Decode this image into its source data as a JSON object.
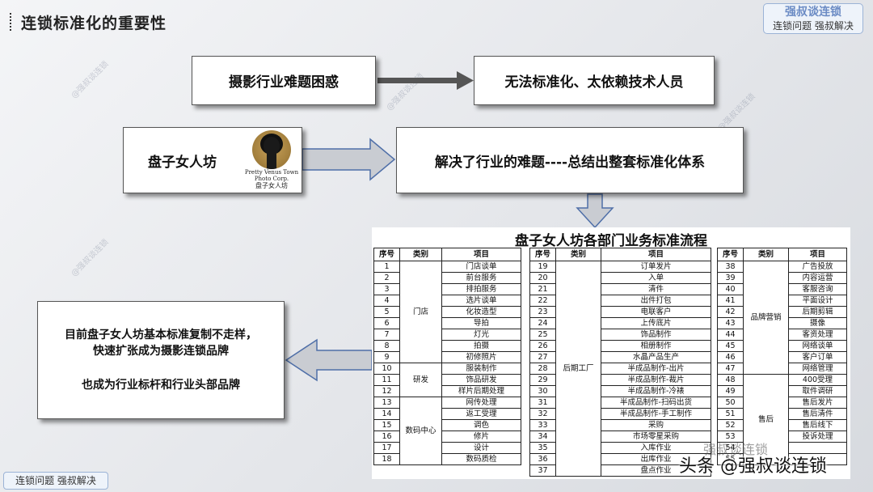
{
  "header": {
    "title": "连锁标准化的重要性"
  },
  "brand_box": {
    "line1": "强叔谈连锁",
    "line2": "连锁问题 强叔解决"
  },
  "flow": {
    "problem": "摄影行业难题困惑",
    "cause": "无法标准化、太依赖技术人员",
    "company": "盘子女人坊",
    "solution": "解决了行业的难题----总结出整套标准化体系",
    "result_line1": "目前盘子女人坊基本标准复制不走样，",
    "result_line2": "快速扩张成为摄影连锁品牌",
    "result_line3": "也成为行业标杆和行业头部品牌"
  },
  "logo": {
    "text_en1": "Pretty Venus Town",
    "text_en2": "Photo Corp.",
    "text_cn": "盘子女人坊"
  },
  "table": {
    "title": "盘子女人坊各部门业务标准流程",
    "headers": [
      "序号",
      "类别",
      "项目"
    ],
    "col1": {
      "rows": [
        [
          "1",
          "门店谈单"
        ],
        [
          "2",
          "前台服务"
        ],
        [
          "3",
          "排拍服务"
        ],
        [
          "4",
          "选片谈单"
        ],
        [
          "5",
          "化妆造型"
        ],
        [
          "6",
          "导拍"
        ],
        [
          "7",
          "灯光"
        ],
        [
          "8",
          "拍摄"
        ],
        [
          "9",
          "初修照片"
        ],
        [
          "10",
          "服装制作"
        ],
        [
          "11",
          "饰品研发"
        ],
        [
          "12",
          "样片后期处理"
        ],
        [
          "13",
          "网传处理"
        ],
        [
          "14",
          "返工受理"
        ],
        [
          "15",
          "调色"
        ],
        [
          "16",
          "修片"
        ],
        [
          "17",
          "设计"
        ],
        [
          "18",
          "数码质检"
        ]
      ],
      "groups": [
        {
          "label": "门店",
          "start": 0,
          "span": 9
        },
        {
          "label": "研发",
          "start": 9,
          "span": 3
        },
        {
          "label": "数码中心",
          "start": 12,
          "span": 6
        }
      ]
    },
    "col2": {
      "rows": [
        [
          "19",
          "订单发片"
        ],
        [
          "20",
          "入单"
        ],
        [
          "21",
          "清件"
        ],
        [
          "22",
          "出件打包"
        ],
        [
          "23",
          "电联客户"
        ],
        [
          "24",
          "上传底片"
        ],
        [
          "25",
          "饰品制作"
        ],
        [
          "26",
          "相册制作"
        ],
        [
          "27",
          "水晶产品生产"
        ],
        [
          "28",
          "半成品制作-出片"
        ],
        [
          "29",
          "半成品制作-裁片"
        ],
        [
          "30",
          "半成品制作-冷裱"
        ],
        [
          "31",
          "半成品制作-扫码出货"
        ],
        [
          "32",
          "半成品制作-手工制作"
        ],
        [
          "33",
          "采购"
        ],
        [
          "34",
          "市场零星采购"
        ],
        [
          "35",
          "入库作业"
        ],
        [
          "36",
          "出库作业"
        ],
        [
          "37",
          "盘点作业"
        ]
      ],
      "groups": [
        {
          "label": "后期工厂",
          "start": 0,
          "span": 19
        }
      ]
    },
    "col3": {
      "rows": [
        [
          "38",
          "广告投放"
        ],
        [
          "39",
          "内容运营"
        ],
        [
          "40",
          "客服咨询"
        ],
        [
          "41",
          "平面设计"
        ],
        [
          "42",
          "后期剪辑"
        ],
        [
          "43",
          "摄像"
        ],
        [
          "44",
          "客资处理"
        ],
        [
          "45",
          "网络谈单"
        ],
        [
          "46",
          "客户订单"
        ],
        [
          "47",
          "网络管理"
        ],
        [
          "48",
          "400受理"
        ],
        [
          "49",
          "取件调研"
        ],
        [
          "50",
          "售后发片"
        ],
        [
          "51",
          "售后清件"
        ],
        [
          "52",
          "售后线下"
        ],
        [
          "53",
          "投诉处理"
        ],
        [
          "54",
          ""
        ],
        [
          "55",
          ""
        ]
      ],
      "groups": [
        {
          "label": "品牌营销",
          "start": 0,
          "span": 10
        },
        {
          "label": "售后",
          "start": 10,
          "span": 8
        }
      ]
    }
  },
  "watermark": "@强叔谈连锁",
  "footer_tag": "连锁问题 强叔解决",
  "source": "头条 @强叔谈连锁",
  "source_small": "强叔谈连锁"
}
